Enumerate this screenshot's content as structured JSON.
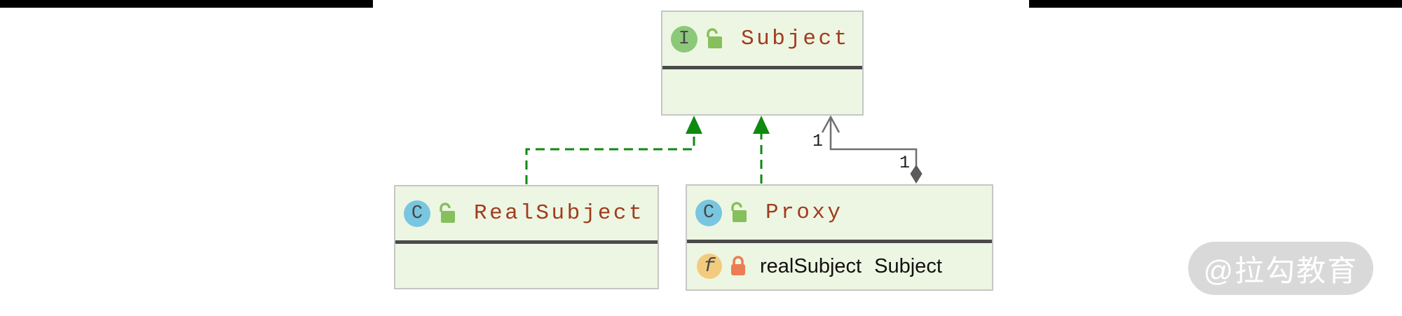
{
  "colors": {
    "node_fill": "#edf6e2",
    "node_border": "#c6c6c6",
    "separator": "#4a4a4a",
    "title_text": "#a03c1e",
    "field_text": "#111111",
    "implements_green": "#0f8a0f",
    "association_gray": "#6f6f6f",
    "diamond_fill": "#5b5b5b",
    "interface_icon_bg": "#8bc879",
    "class_icon_bg": "#79c6e0",
    "field_icon_bg": "#f2cb7e",
    "icon_letter": "#45484a",
    "lock_open": "#86c05c",
    "lock_closed": "#ec7d52",
    "watermark_bg": "#d9d9d9",
    "watermark_text": "#ffffff",
    "bar": "#000000",
    "mult_label": "#1c1c1c"
  },
  "nodes": {
    "subject": {
      "kind": "interface",
      "kind_letter": "I",
      "name": "Subject",
      "visibility_icon": "lock-open"
    },
    "real_subject": {
      "kind": "class",
      "kind_letter": "C",
      "name": "RealSubject",
      "visibility_icon": "lock-open"
    },
    "proxy": {
      "kind": "class",
      "kind_letter": "C",
      "name": "Proxy",
      "visibility_icon": "lock-open",
      "field": {
        "kind_letter": "f",
        "visibility_icon": "lock-closed",
        "label": "realSubject Subject"
      }
    }
  },
  "relations": {
    "implements_realsubject": {
      "type": "implements",
      "from": "RealSubject",
      "to": "Subject"
    },
    "implements_proxy": {
      "type": "implements",
      "from": "Proxy",
      "to": "Subject"
    },
    "aggregation": {
      "type": "aggregation",
      "from": "Proxy",
      "to": "Subject",
      "source_label": "1",
      "target_label": "1"
    }
  },
  "watermark": {
    "text": "@拉勾教育"
  }
}
